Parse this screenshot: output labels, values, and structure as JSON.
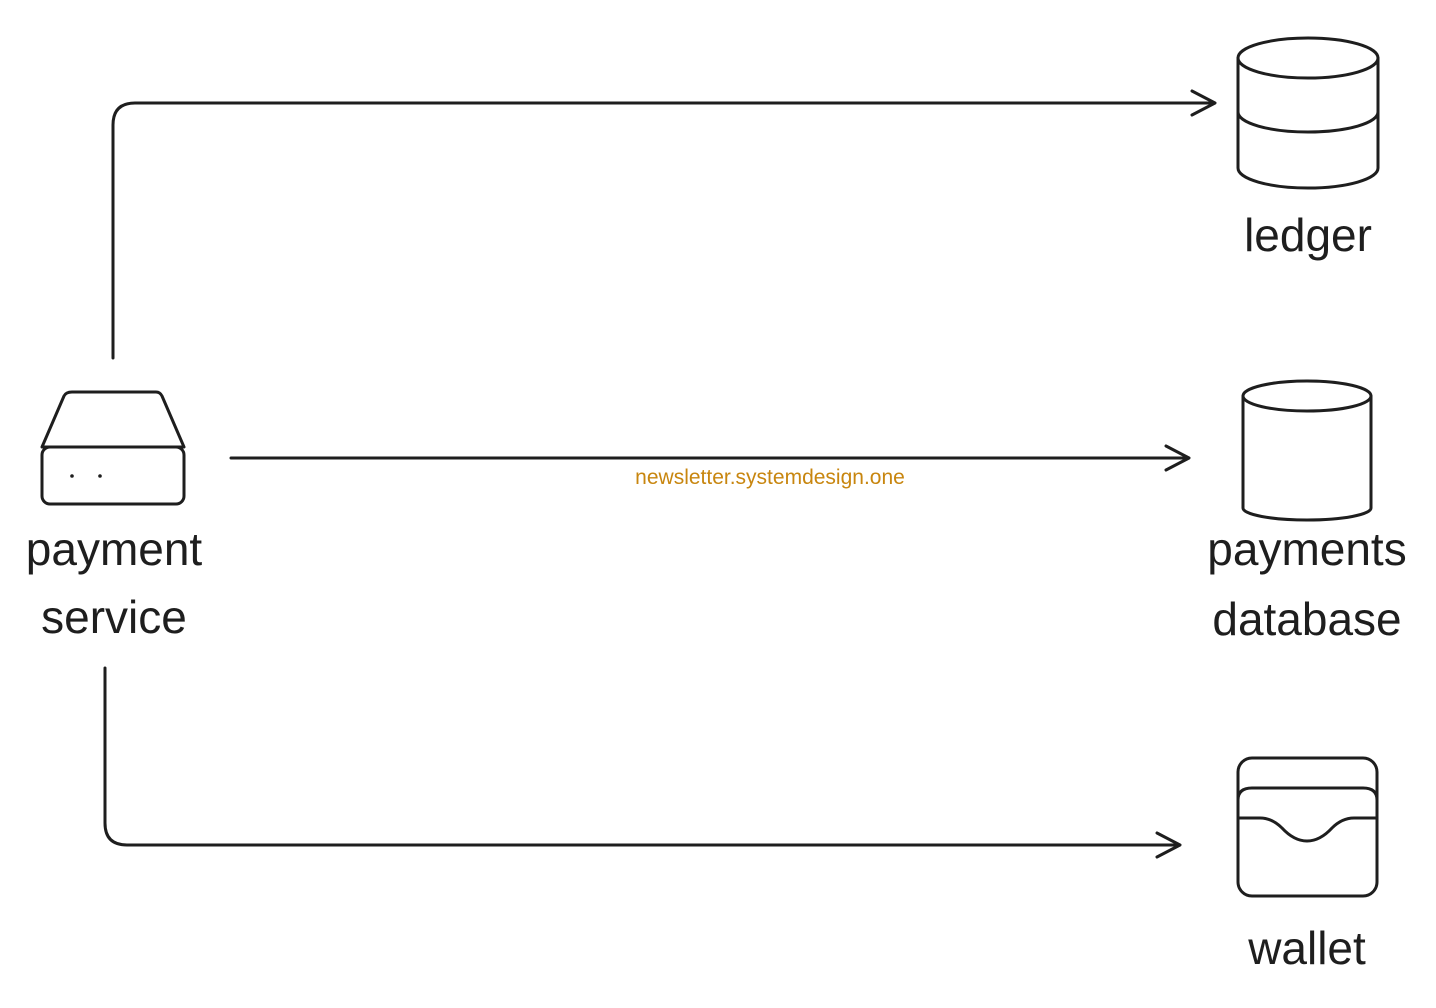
{
  "nodes": {
    "payment_service": {
      "label_line1": "payment",
      "label_line2": "service",
      "icon": "server-icon"
    },
    "ledger": {
      "label": "ledger",
      "icon": "database-icon"
    },
    "payments_database": {
      "label_line1": "payments",
      "label_line2": "database",
      "icon": "database-icon"
    },
    "wallet": {
      "label": "wallet",
      "icon": "wallet-icon"
    }
  },
  "edges": [
    {
      "from": "payment service",
      "to": "ledger"
    },
    {
      "from": "payment service",
      "to": "payments database"
    },
    {
      "from": "payment service",
      "to": "wallet"
    }
  ],
  "watermark": "newsletter.systemdesign.one",
  "colors": {
    "stroke": "#1e1e1e",
    "watermark": "#c8860f",
    "background": "#ffffff"
  }
}
